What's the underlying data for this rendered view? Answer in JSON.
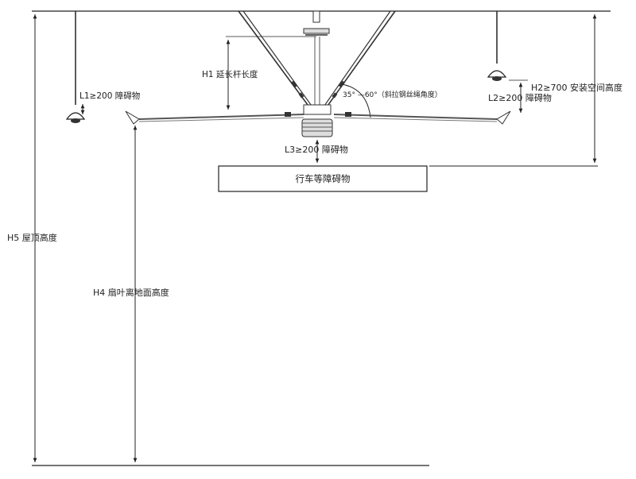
{
  "labels": {
    "h1": "H1 延长杆长度",
    "h2": "H2≥700 安装空间高度",
    "h4": "H4 扇叶离地面高度",
    "h5": "H5 屋顶高度",
    "l1": "L1≥200 障碍物",
    "l2": "L2≥200 障碍物",
    "l3": "L3≥200 障碍物",
    "angle": "35° —60°（斜拉钢丝绳角度）",
    "obstacle_box": "行车等障碍物"
  }
}
